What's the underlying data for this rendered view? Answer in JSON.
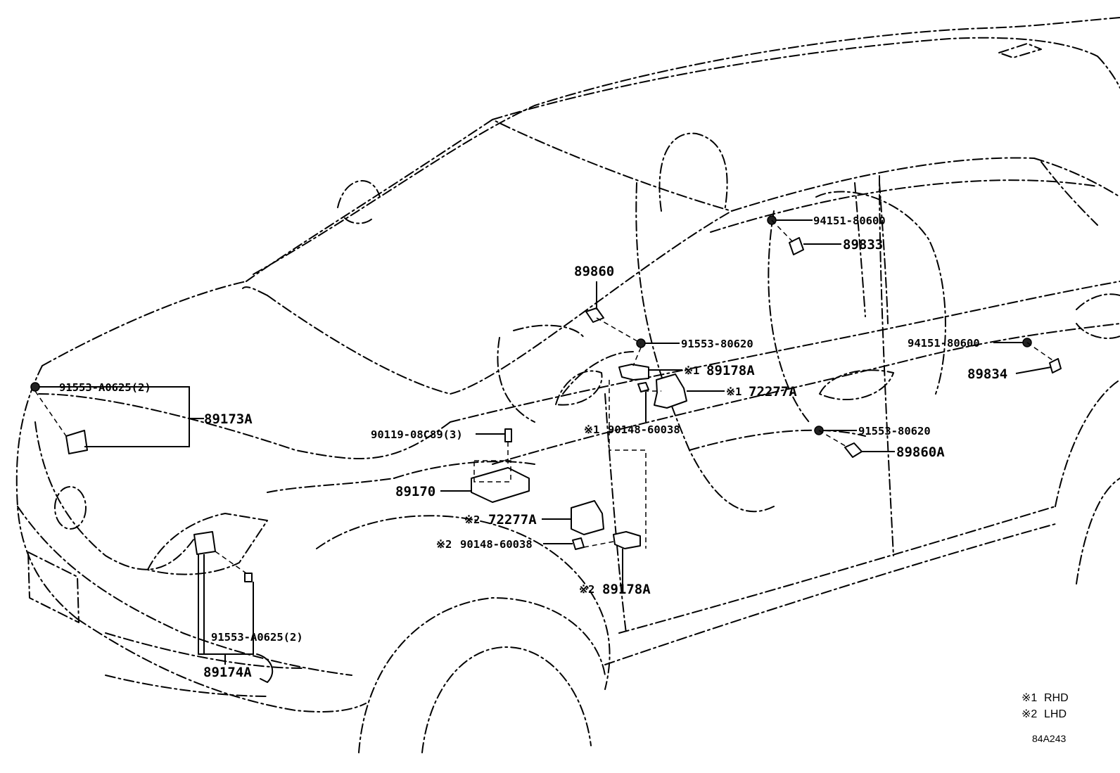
{
  "diagram_code": "84A243",
  "legend": [
    {
      "mark": "※1",
      "text": "RHD"
    },
    {
      "mark": "※2",
      "text": "LHD"
    }
  ],
  "labels": {
    "p94151_80600_upper": "94151-80600",
    "p89833": "89833",
    "p89860": "89860",
    "p91553_80620_upper": "91553-80620",
    "p89178A_rhd_mark": "※1",
    "p89178A_rhd": "89178A",
    "p72277A_rhd_mark": "※1",
    "p72277A_rhd": "72277A",
    "p90148_rhd_mark": "※1",
    "p90148_rhd": "90148-60038",
    "p94151_80600_right": "94151-80600",
    "p89834": "89834",
    "p91553_80620_lower": "91553-80620",
    "p89860A": "89860A",
    "p91553_A0625_upper": "91553-A0625(2)",
    "p89173A": "89173A",
    "p90119_08C89": "90119-08C89(3)",
    "p89170": "89170",
    "p72277A_lhd_mark": "※2",
    "p72277A_lhd": "72277A",
    "p90148_lhd_mark": "※2",
    "p90148_lhd": "90148-60038",
    "p89178A_lhd_mark": "※2",
    "p89178A_lhd": "89178A",
    "p91553_A0625_lower": "91553-A0625(2)",
    "p89174A": "89174A"
  }
}
